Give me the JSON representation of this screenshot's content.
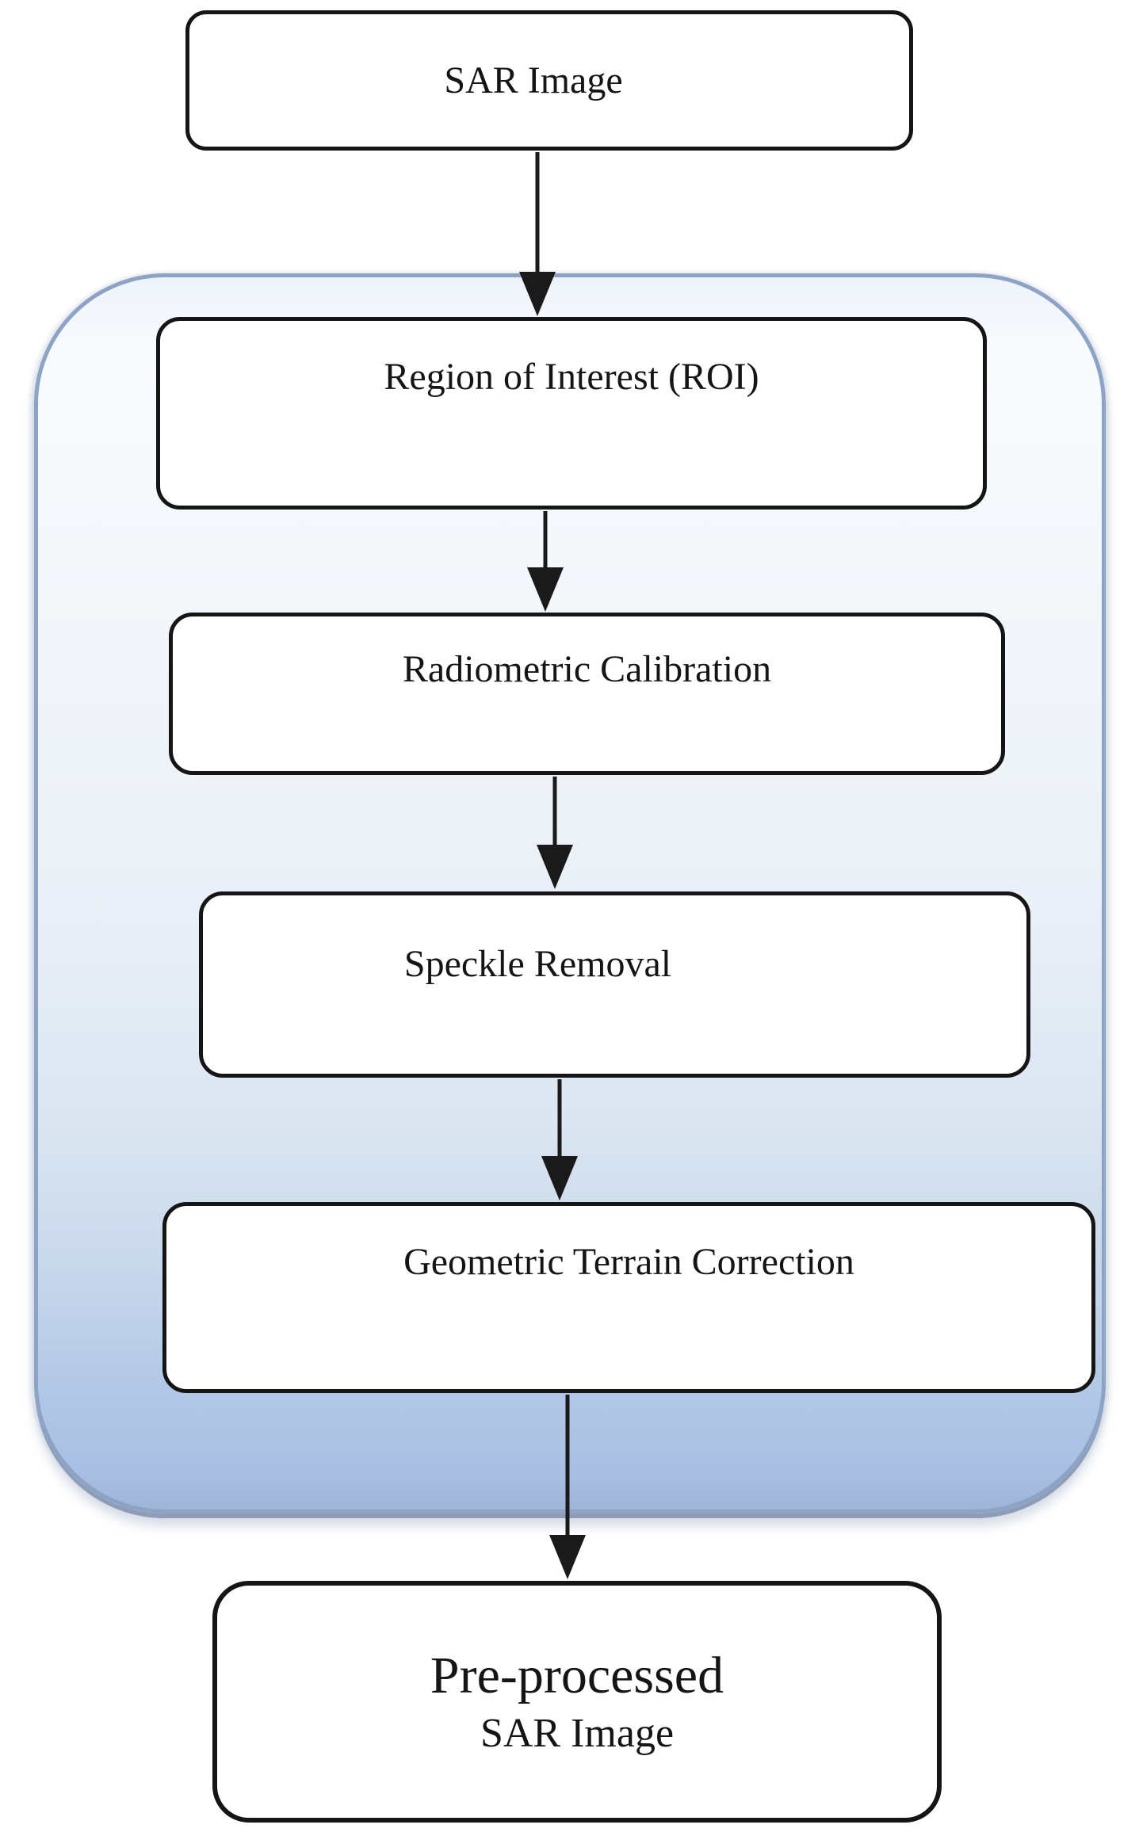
{
  "figure": {
    "description": "SAR image pre-processing flowchart"
  },
  "nodes": {
    "sar_image": {
      "label": "SAR Image"
    },
    "roi": {
      "label": "Region of Interest (ROI)"
    },
    "radiometric": {
      "label": "Radiometric Calibration"
    },
    "speckle": {
      "label": "Speckle Removal"
    },
    "geometric": {
      "label": "Geometric Terrain Correction"
    },
    "output": {
      "line1": "Pre-processed",
      "line2": "SAR Image"
    }
  },
  "colors": {
    "background": "#ffffff",
    "node_border": "#151515",
    "node_fill": "#ffffff",
    "node_text": "#151515",
    "container_border": "#8da3c6",
    "container_shadow": "#8e9db7",
    "container_fill_top": "#eef4fb",
    "container_fill_bottom": "#9fb4d6",
    "arrow": "#1a1a1a"
  }
}
